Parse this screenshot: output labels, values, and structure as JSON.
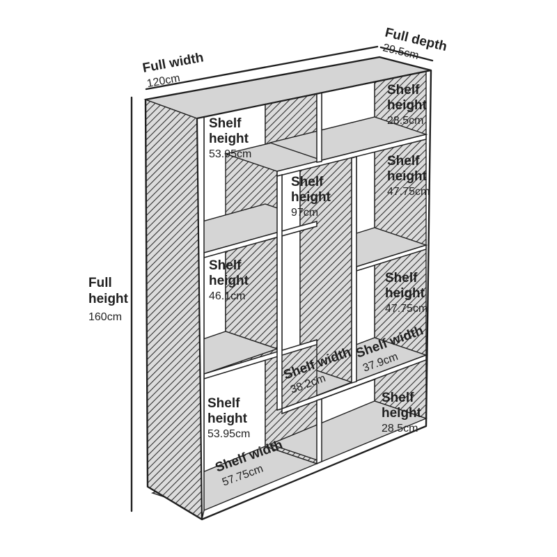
{
  "diagram_title": "Staggered bookcase dimension diagram",
  "colors": {
    "ink": "#1f1f1f",
    "surface_gray": "#d5d5d5",
    "hatch_background": "#dcdcdc",
    "background": "#ffffff"
  },
  "dimensions": {
    "width": {
      "label": "Full width",
      "value": "120cm"
    },
    "depth": {
      "label": "Full depth",
      "value": "29.5cm"
    },
    "height": {
      "line1": "Full",
      "line2": "height",
      "value": "160cm"
    }
  },
  "shelves": {
    "heights": [
      {
        "id": "top-left",
        "line1": "Shelf",
        "line2": "height",
        "value": "53.95cm"
      },
      {
        "id": "top-right",
        "line1": "Shelf",
        "line2": "height",
        "value": "28.5cm"
      },
      {
        "id": "upper-right",
        "line1": "Shelf",
        "line2": "height",
        "value": "47.75cm"
      },
      {
        "id": "middle",
        "line1": "Shelf",
        "line2": "height",
        "value": "97cm"
      },
      {
        "id": "middle-left",
        "line1": "Shelf",
        "line2": "height",
        "value": "46.1cm"
      },
      {
        "id": "lower-right",
        "line1": "Shelf",
        "line2": "height",
        "value": "47.75cm"
      },
      {
        "id": "bottom-left",
        "line1": "Shelf",
        "line2": "height",
        "value": "53.95cm"
      },
      {
        "id": "bottom-right",
        "line1": "Shelf",
        "line2": "height",
        "value": "28.5cm"
      }
    ],
    "widths": [
      {
        "id": "middle",
        "label": "Shelf width",
        "value": "38.2cm"
      },
      {
        "id": "right",
        "label": "Shelf width",
        "value": "37.9cm"
      },
      {
        "id": "bottom-left",
        "label": "Shelf width",
        "value": "57.75cm"
      }
    ]
  }
}
